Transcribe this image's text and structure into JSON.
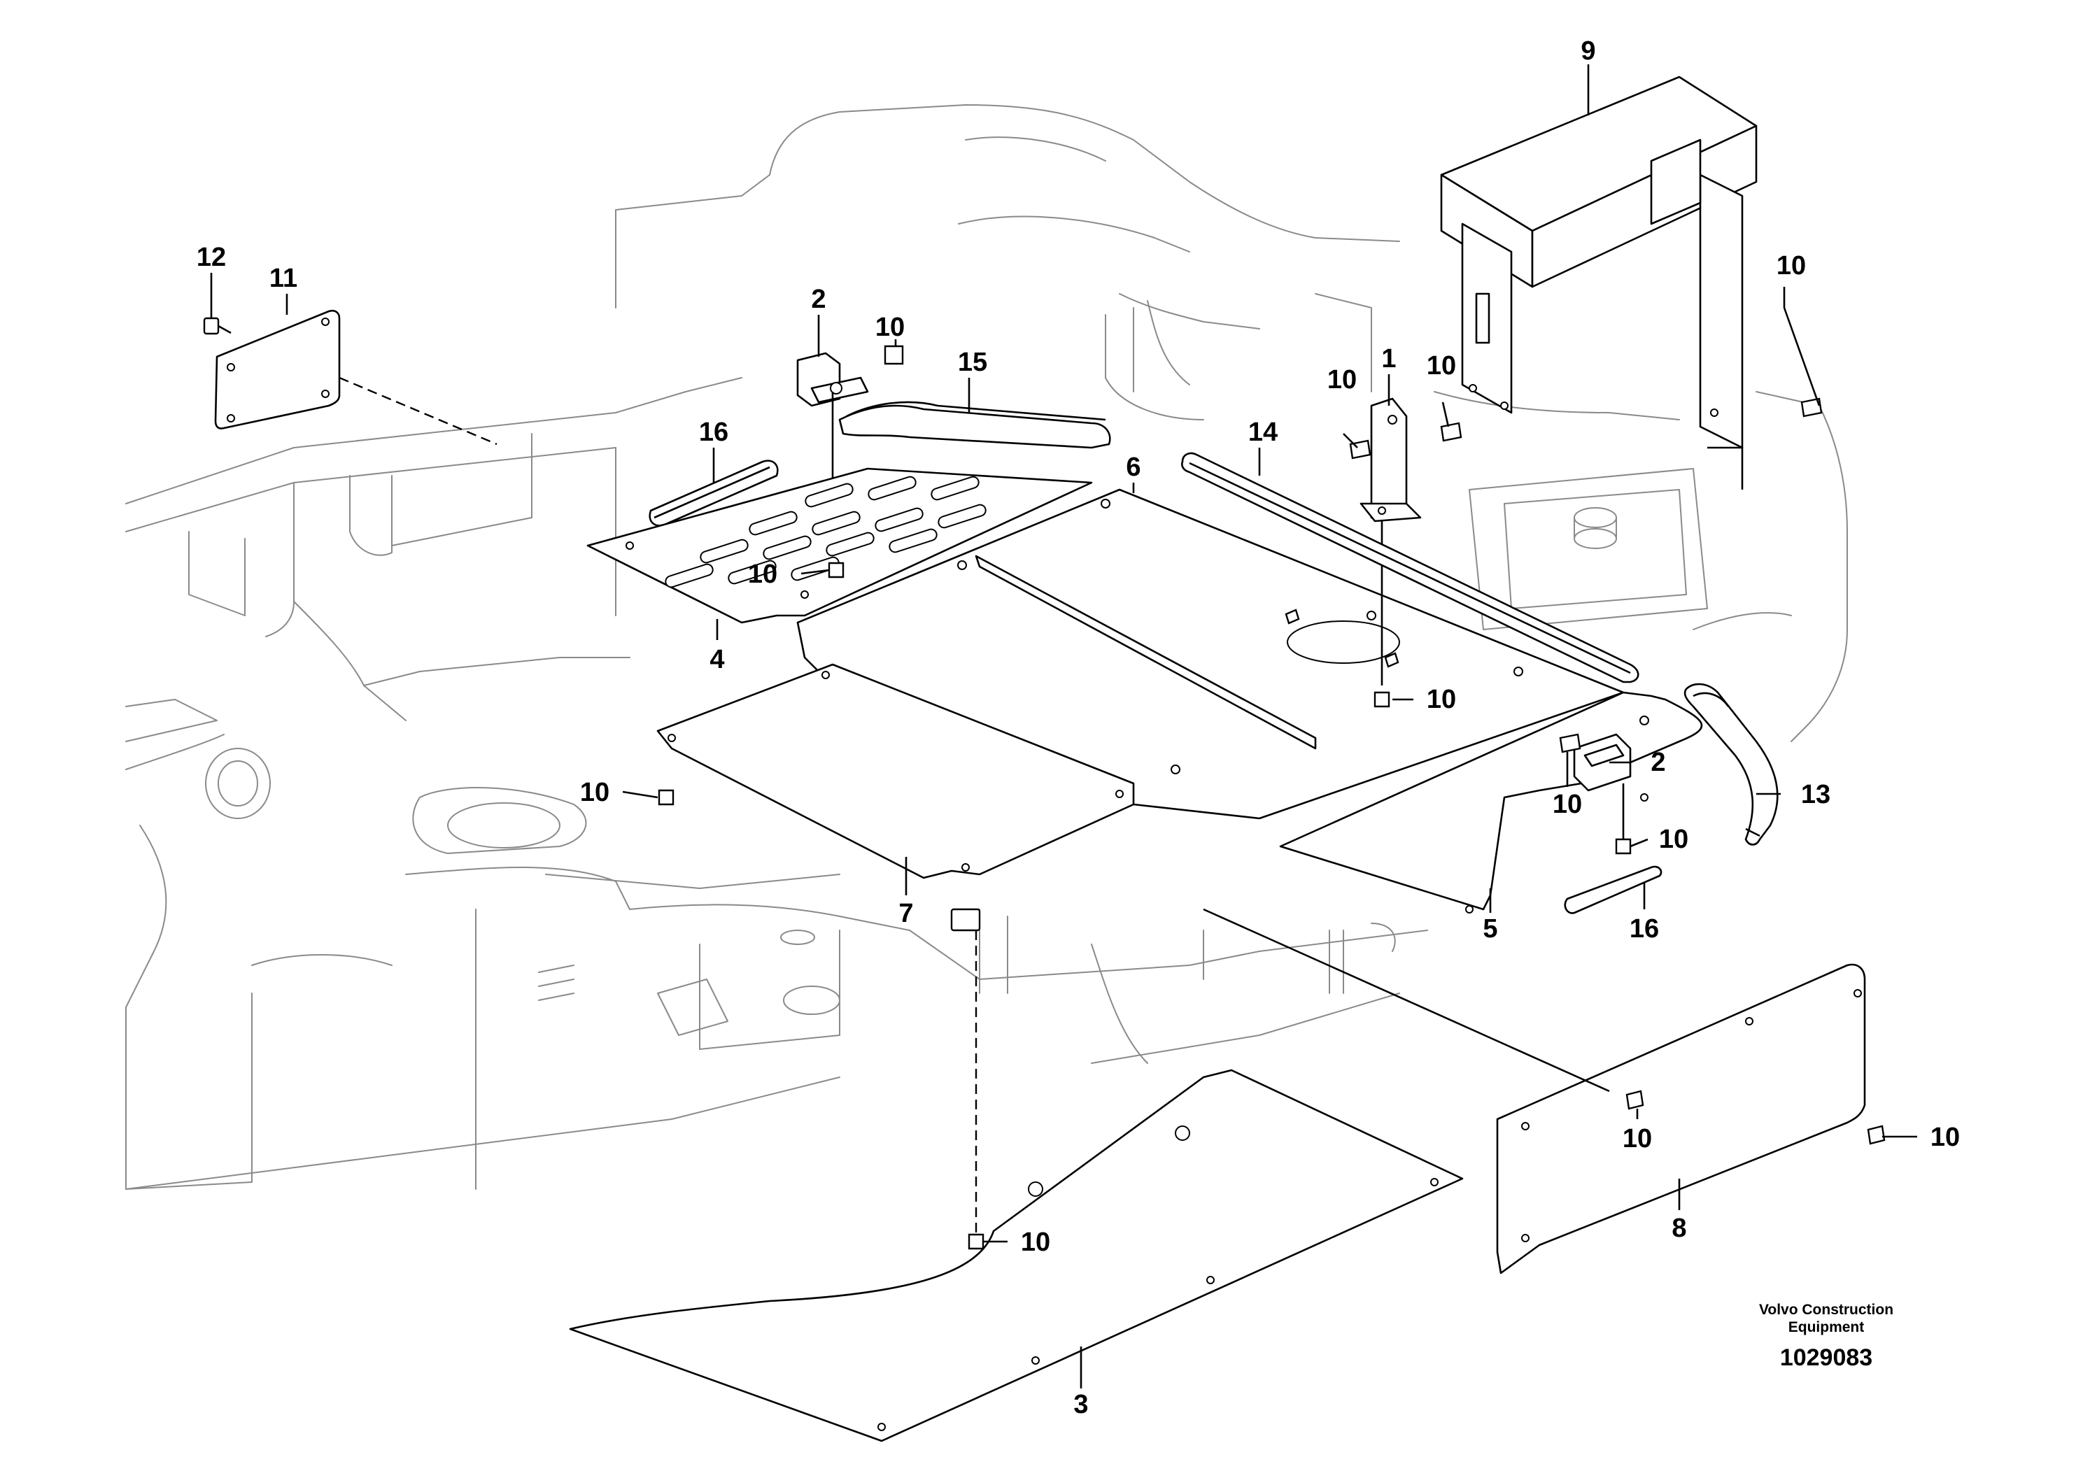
{
  "diagram": {
    "callouts": {
      "c1": "1",
      "c2a": "2",
      "c2b": "2",
      "c3": "3",
      "c4": "4",
      "c5": "5",
      "c6": "6",
      "c7": "7",
      "c8": "8",
      "c9": "9",
      "c10a": "10",
      "c10b": "10",
      "c10c": "10",
      "c10d": "10",
      "c10e": "10",
      "c10f": "10",
      "c10g": "10",
      "c10h": "10",
      "c10i": "10",
      "c10j": "10",
      "c10k": "10",
      "c10l": "10",
      "c11": "11",
      "c12": "12",
      "c13": "13",
      "c14": "14",
      "c15": "15",
      "c16a": "16",
      "c16b": "16"
    },
    "company_line1": "Volvo Construction",
    "company_line2": "Equipment",
    "document_number": "1029083"
  }
}
